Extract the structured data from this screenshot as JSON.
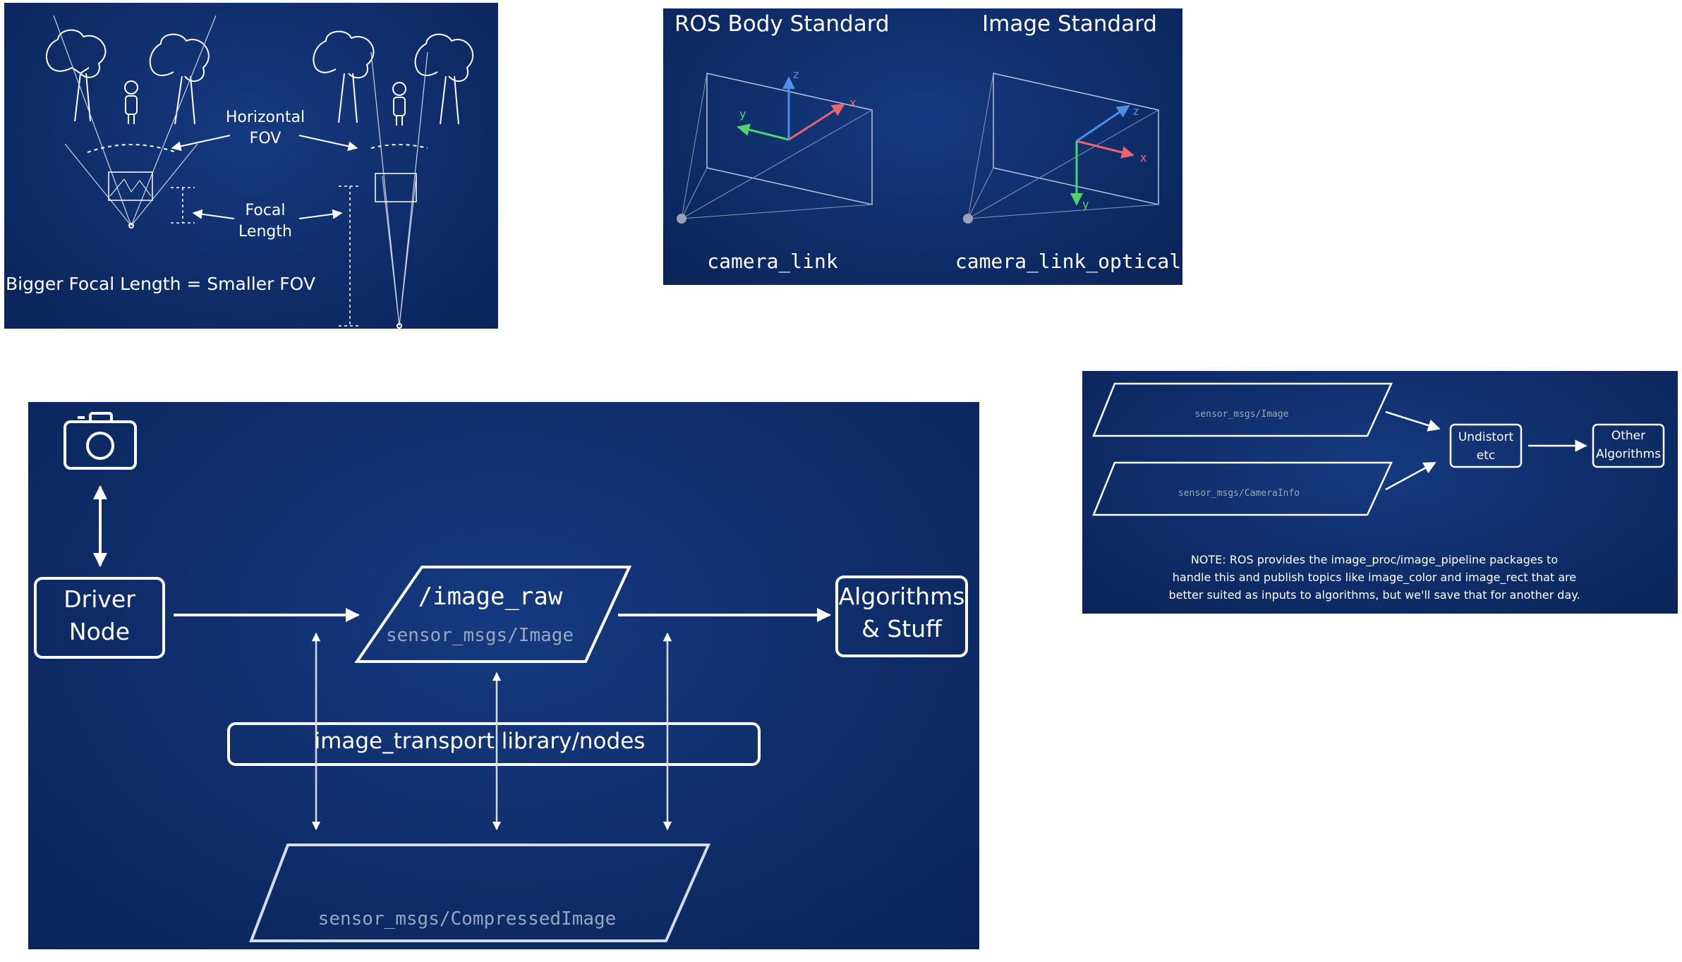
{
  "panel_fov": {
    "horizontal_fov_label_1": "Horizontal",
    "horizontal_fov_label_2": "FOV",
    "focal_length_label_1": "Focal",
    "focal_length_label_2": "Length",
    "caption": "Bigger Focal Length = Smaller FOV"
  },
  "panel_frames": {
    "left_title": "ROS Body Standard",
    "right_title": "Image Standard",
    "left_frame": "camera_link",
    "right_frame": "camera_link_optical",
    "axis_x": "x",
    "axis_y": "y",
    "axis_z": "z",
    "colors": {
      "x": "#e8656e",
      "y": "#4fd36a",
      "z": "#4f8fe8"
    }
  },
  "panel_pipeline": {
    "driver_line1": "Driver",
    "driver_line2": "Node",
    "image_raw_topic": "/image_raw",
    "image_raw_type": "sensor_msgs/Image",
    "algorithms_line1": "Algorithms",
    "algorithms_line2": "& Stuff",
    "transport_label": "image_transport library/nodes",
    "compressed_type": "sensor_msgs/CompressedImage"
  },
  "panel_rectify": {
    "image_type": "sensor_msgs/Image",
    "camerainfo_type": "sensor_msgs/CameraInfo",
    "undistort_line1": "Undistort",
    "undistort_line2": "etc",
    "other_line1": "Other",
    "other_line2": "Algorithms",
    "note_line1": "NOTE: ROS provides the image_proc/image_pipeline packages to",
    "note_line2": "handle this and publish topics like image_color and image_rect that are",
    "note_line3": "better suited as inputs to algorithms, but we'll save that for another day."
  }
}
